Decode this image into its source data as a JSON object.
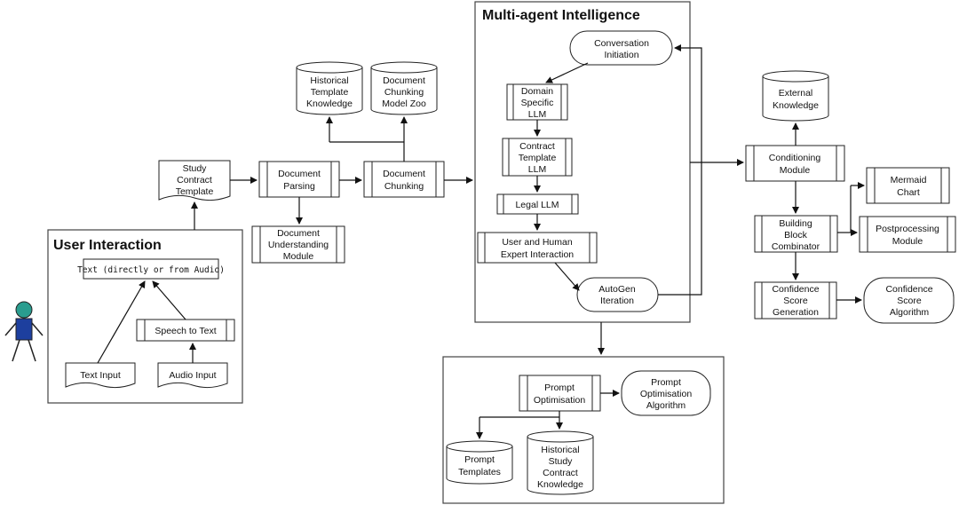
{
  "panels": {
    "user_interaction": "User Interaction",
    "multi_agent": "Multi-agent Intelligence"
  },
  "nodes": {
    "text_box": "Text (directly or from Audio)",
    "speech_to_text": "Speech to Text",
    "text_input": "Text Input",
    "audio_input": "Audio Input",
    "study_contract_template": [
      "Study",
      "Contract",
      "Template"
    ],
    "document_parsing": [
      "Document",
      "Parsing"
    ],
    "document_understanding": [
      "Document",
      "Understanding",
      "Module"
    ],
    "document_chunking": [
      "Document",
      "Chunking"
    ],
    "historical_template_knowledge": [
      "Historical",
      "Template",
      "Knowledge"
    ],
    "chunking_model_zoo": [
      "Document",
      "Chunking",
      "Model Zoo"
    ],
    "conversation_initiation": [
      "Conversation",
      "Initiation"
    ],
    "domain_specific_llm": [
      "Domain",
      "Specific",
      "LLM"
    ],
    "contract_template_llm": [
      "Contract",
      "Template",
      "LLM"
    ],
    "legal_llm": "Legal LLM",
    "user_human_expert": [
      "User and Human",
      "Expert Interaction"
    ],
    "autogen_iteration": [
      "AutoGen",
      "Iteration"
    ],
    "prompt_optimisation": [
      "Prompt",
      "Optimisation"
    ],
    "prompt_optimisation_algorithm": [
      "Prompt",
      "Optimisation",
      "Algorithm"
    ],
    "prompt_templates": [
      "Prompt",
      "Templates"
    ],
    "historical_study_contract_knowledge": [
      "Historical",
      "Study",
      "Contract",
      "Knowledge"
    ],
    "external_knowledge": [
      "External",
      "Knowledge"
    ],
    "conditioning_module": [
      "Conditioning",
      "Module"
    ],
    "mermaid_chart": [
      "Mermaid",
      "Chart"
    ],
    "building_block_combinator": [
      "Building",
      "Block",
      "Combinator"
    ],
    "postprocessing_module": [
      "Postprocessing",
      "Module"
    ],
    "confidence_score_generation": [
      "Confidence",
      "Score",
      "Generation"
    ],
    "confidence_score_algorithm": [
      "Confidence",
      "Score",
      "Algorithm"
    ]
  },
  "colors": {
    "person_head": "#2a9d8f",
    "person_body": "#1d3f9e",
    "line": "#111111"
  }
}
